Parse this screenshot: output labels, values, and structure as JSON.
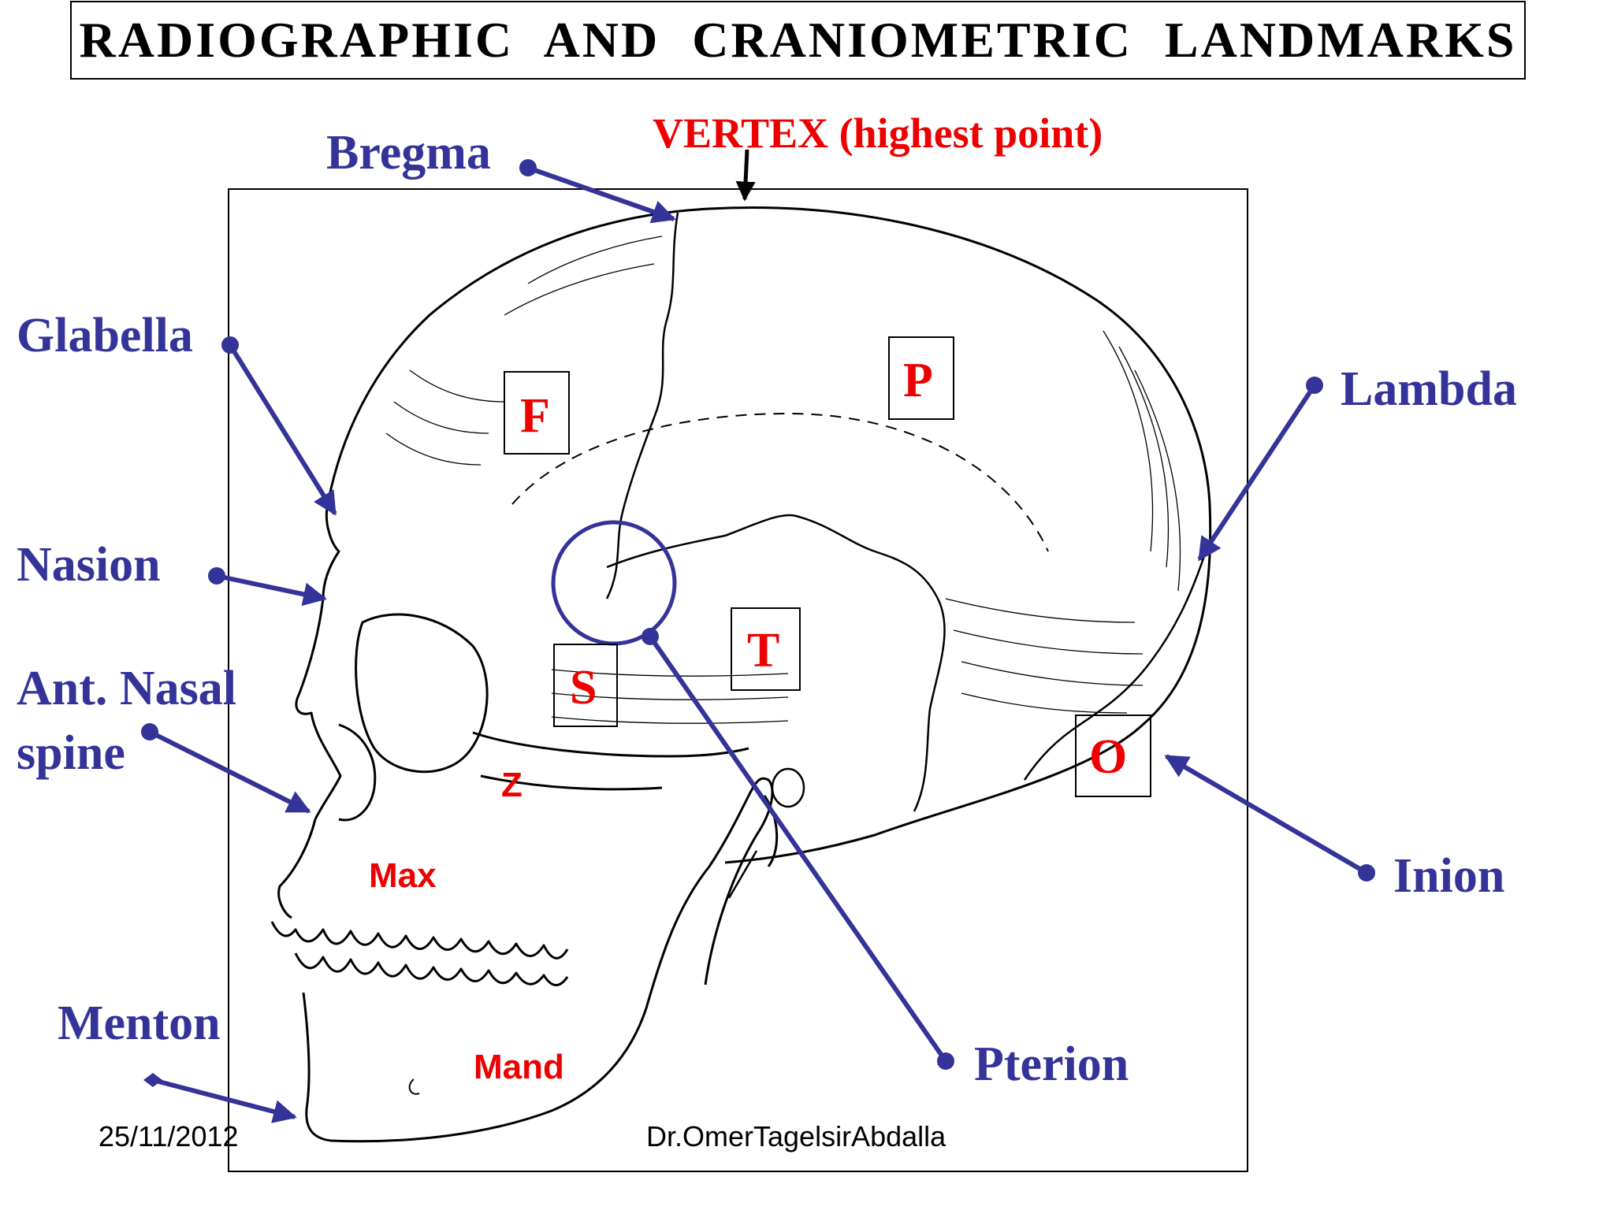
{
  "title": "RADIOGRAPHIC AND CRANIOMETRIC LANDMARKS",
  "colors": {
    "landmark": "#333399",
    "bone_label": "#ee0000",
    "line": "#000000"
  },
  "landmarks": {
    "vertex": "VERTEX (highest point)",
    "bregma": "Bregma",
    "glabella": "Glabella",
    "nasion": "Nasion",
    "ant_nasal_1": "Ant. Nasal",
    "ant_nasal_2": "spine",
    "menton": "Menton",
    "lambda": "Lambda",
    "inion": "Inion",
    "pterion": "Pterion"
  },
  "bones": {
    "frontal": "F",
    "parietal": "P",
    "sphenoid": "S",
    "temporal": "T",
    "occipital": "O"
  },
  "regions": {
    "zygomatic": "Z",
    "maxilla": "Max",
    "mandible": "Mand"
  },
  "footer": {
    "date": "25/11/2012",
    "author": "Dr.OmerTagelsirAbdalla"
  }
}
